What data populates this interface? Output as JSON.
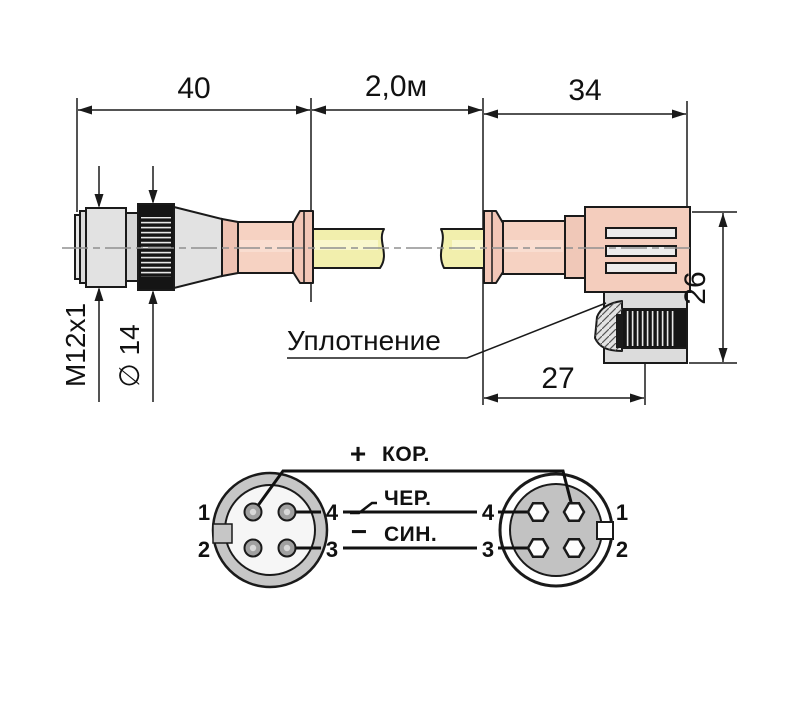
{
  "drawing": {
    "dimensions": {
      "left_connector_length": "40",
      "cable_length": "2,0м",
      "right_connector_width": "34",
      "thread_label": "M12x1",
      "nut_diameter_label": "∅ 14",
      "right_connector_height": "26",
      "right_connector_offset": "27"
    },
    "seal_callout": "Уплотнение"
  },
  "wiring": {
    "wires": [
      {
        "id": "brown",
        "prefix": "+",
        "label": "КОР."
      },
      {
        "id": "black",
        "prefix_icon": "switch-contact-icon",
        "label": "ЧЕР."
      },
      {
        "id": "blue",
        "prefix": "−",
        "label": "СИН."
      }
    ],
    "pin_numbers": {
      "p1": "1",
      "p2": "2",
      "p3": "3",
      "p4": "4"
    }
  },
  "colors": {
    "connector_pink": "#f6d2c2",
    "connector_pink_dark": "#eec2b2",
    "cable_yellow": "#f2efad",
    "metal_gray": "#e2e2e2",
    "knurl_black": "#151515",
    "outline": "#1a1a1a",
    "centerline": "#909090"
  }
}
